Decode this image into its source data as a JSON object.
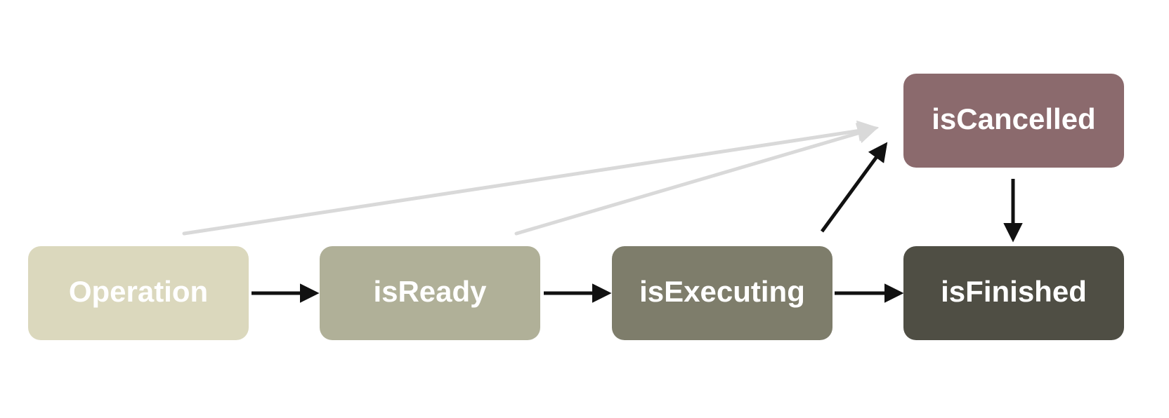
{
  "nodes": {
    "operation": {
      "label": "Operation",
      "color": "#dbd8bd"
    },
    "isReady": {
      "label": "isReady",
      "color": "#b0b098"
    },
    "isExecuting": {
      "label": "isExecuting",
      "color": "#7e7d6b"
    },
    "isFinished": {
      "label": "isFinished",
      "color": "#4f4e44"
    },
    "isCancelled": {
      "label": "isCancelled",
      "color": "#8b6a6d"
    }
  },
  "edges": [
    {
      "from": "Operation",
      "to": "isReady",
      "style": "primary"
    },
    {
      "from": "isReady",
      "to": "isExecuting",
      "style": "primary"
    },
    {
      "from": "isExecuting",
      "to": "isFinished",
      "style": "primary"
    },
    {
      "from": "isExecuting",
      "to": "isCancelled",
      "style": "primary"
    },
    {
      "from": "isCancelled",
      "to": "isFinished",
      "style": "primary"
    },
    {
      "from": "Operation",
      "to": "isCancelled",
      "style": "faded"
    },
    {
      "from": "isReady",
      "to": "isCancelled",
      "style": "faded"
    }
  ],
  "colors": {
    "primary_arrow": "#111111",
    "faded_arrow": "#d9d9d9",
    "label_text": "#ffffff"
  }
}
